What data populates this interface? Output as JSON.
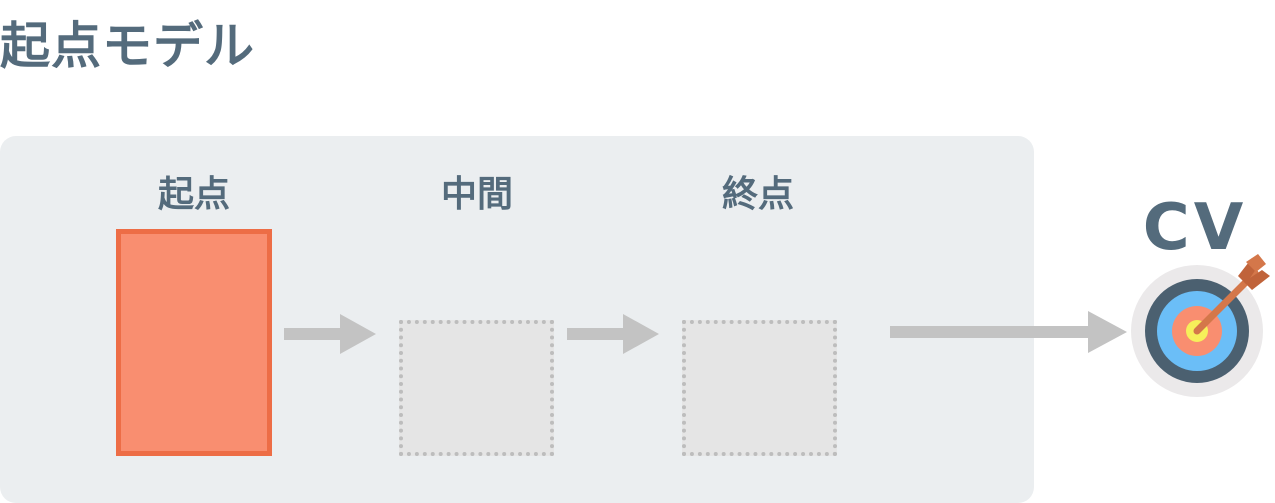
{
  "title": "起点モデル",
  "stages": [
    {
      "label": "起点",
      "state": "filled"
    },
    {
      "label": "中間",
      "state": "empty"
    },
    {
      "label": "終点",
      "state": "empty"
    }
  ],
  "goal": {
    "label": "CV",
    "icon": "target-with-arrow-icon"
  },
  "colors": {
    "text": "#546b7c",
    "panel": "#ebeef0",
    "filled_box": "#f98e70",
    "filled_border": "#ed6d46",
    "empty_box": "#e5e5e5",
    "dotted_border": "#bdbdbd",
    "arrow": "#c3c3c3"
  }
}
